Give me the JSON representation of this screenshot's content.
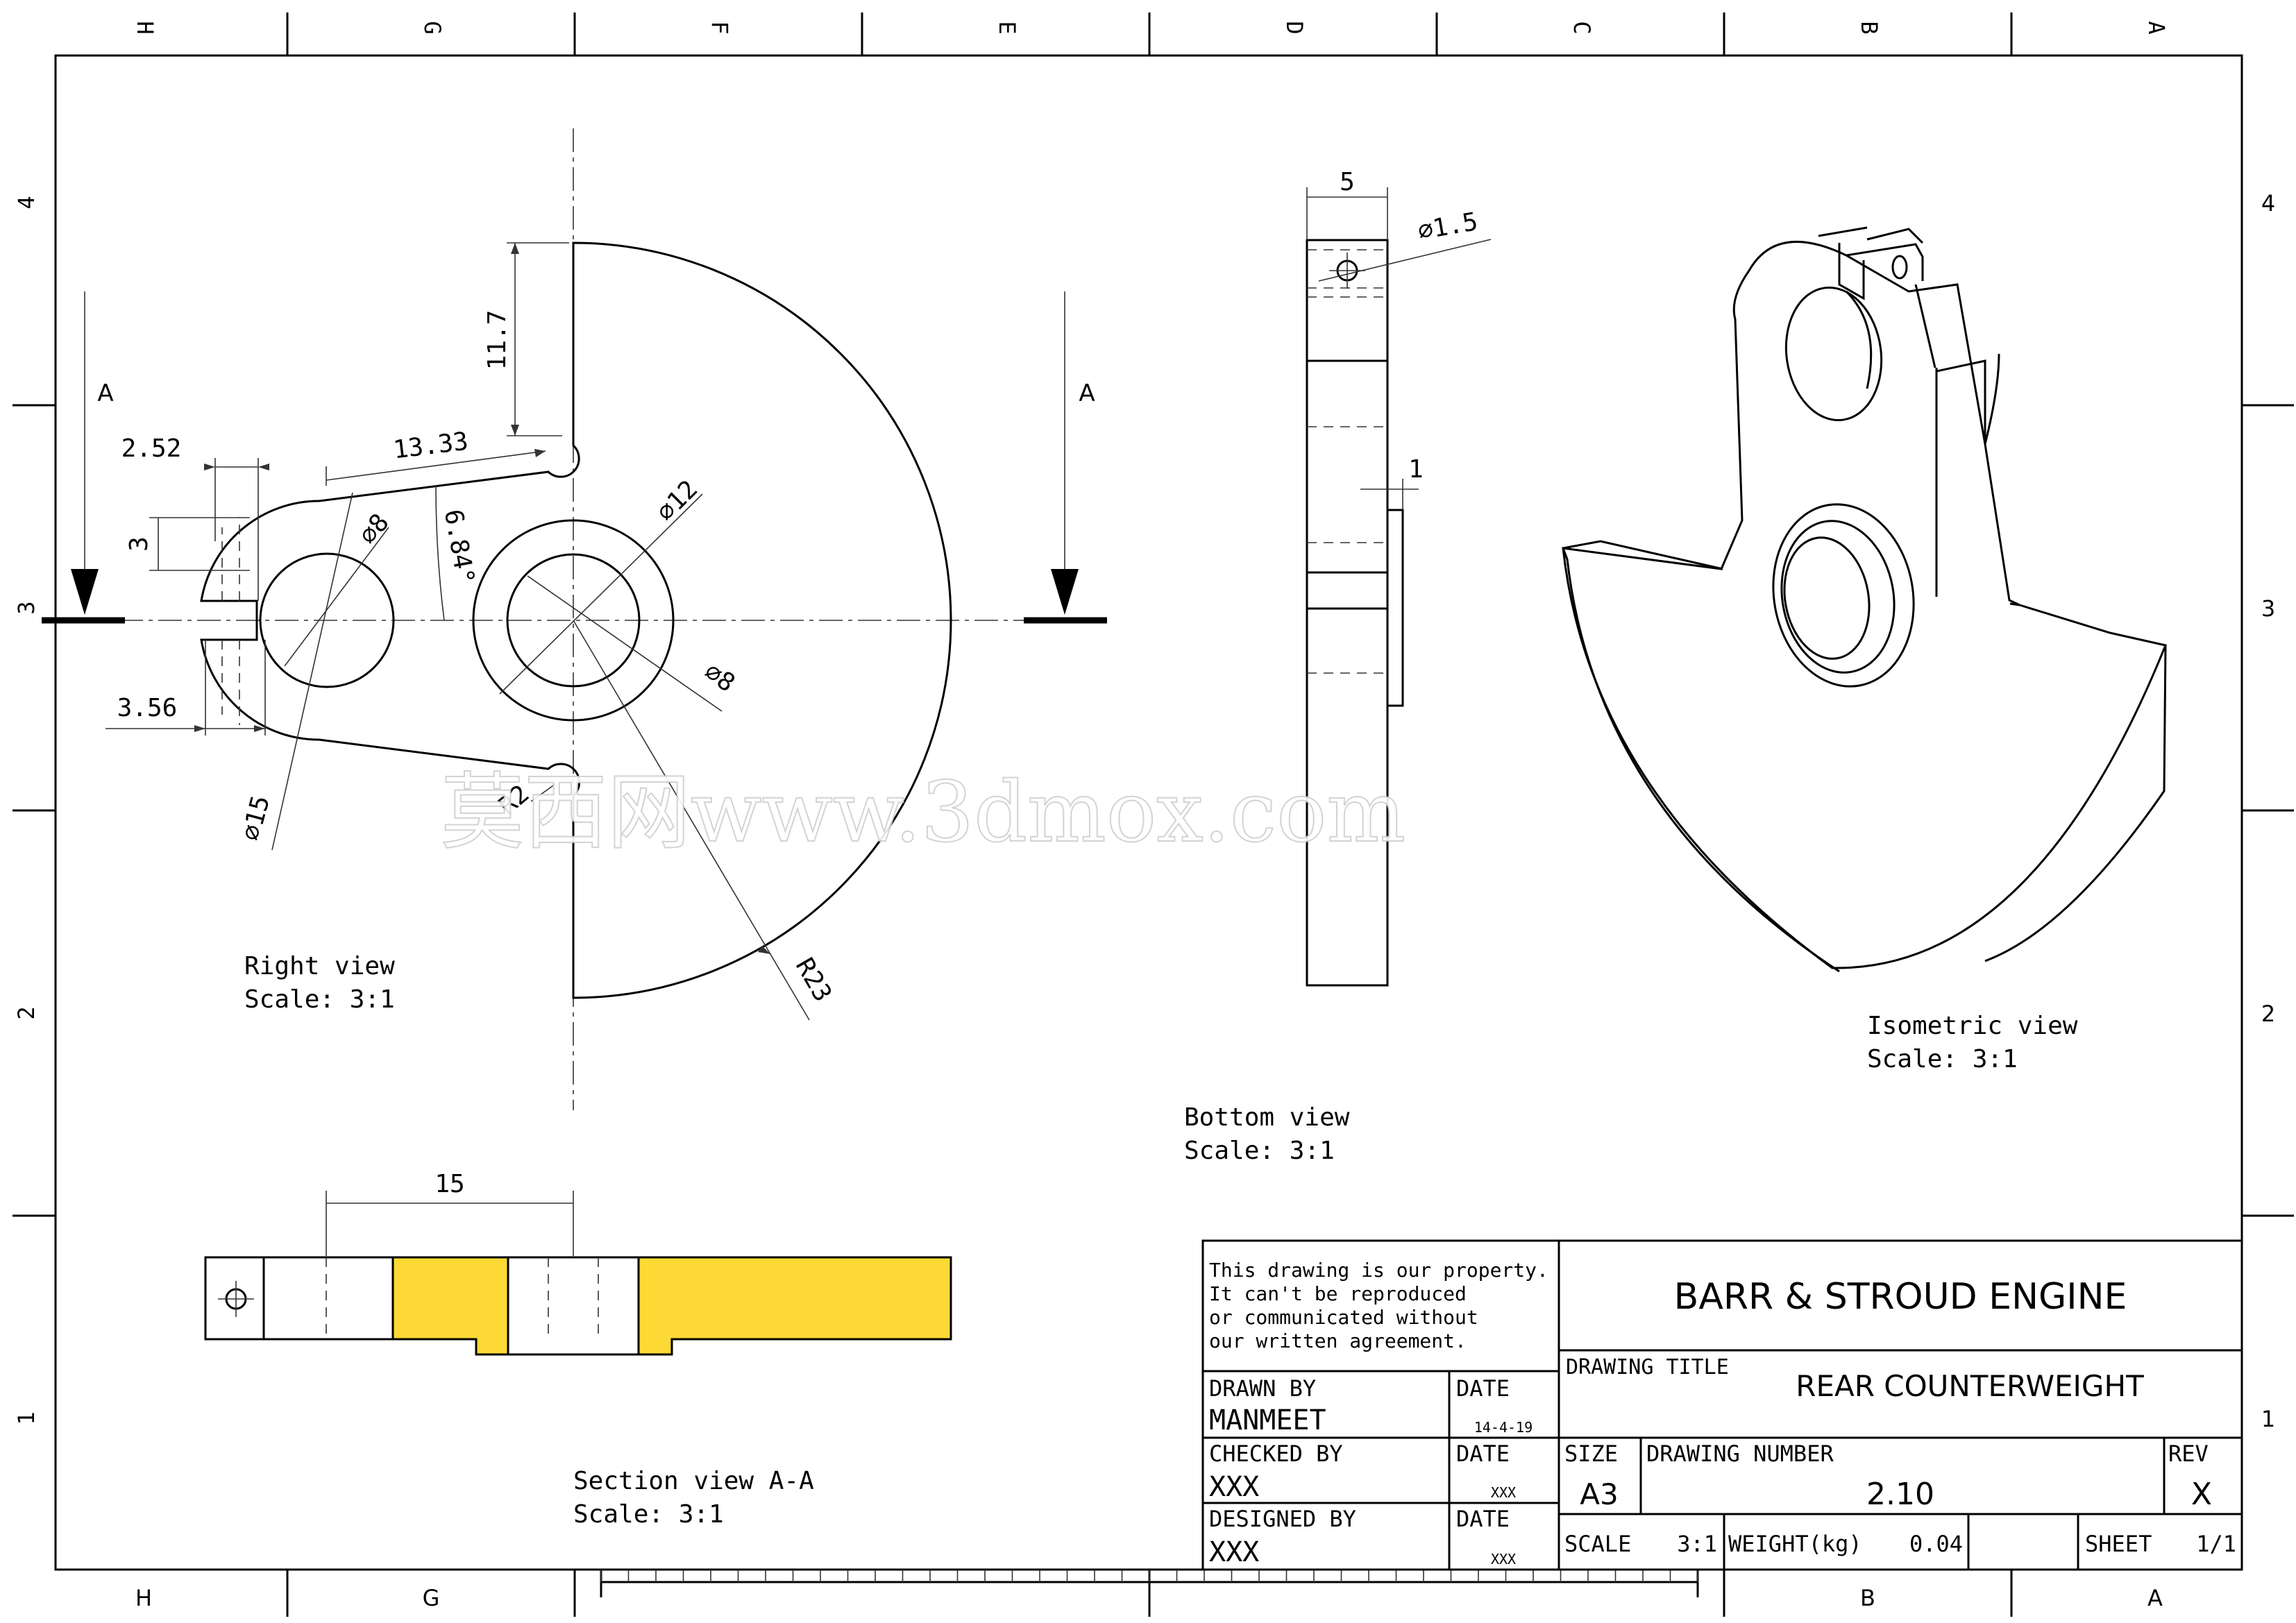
{
  "zones": {
    "columns": [
      "H",
      "G",
      "F",
      "E",
      "D",
      "C",
      "B",
      "A"
    ],
    "bottom_columns": [
      "H",
      "G",
      "B",
      "A"
    ],
    "rows": [
      "4",
      "3",
      "2",
      "1"
    ]
  },
  "section_marks": {
    "left": "A",
    "right": "A"
  },
  "right_view": {
    "dims": {
      "d1": "11.7",
      "d2": "13.33",
      "d3": "2.52",
      "d4": "3",
      "d5": "3.56",
      "d6": "6.84°",
      "d7": "⌀8",
      "d8": "⌀15",
      "d9": "R2",
      "d10": "⌀12",
      "d11": "⌀8",
      "d12": "R23"
    },
    "caption_title": "Right view",
    "caption_scale": "Scale:  3:1"
  },
  "bottom_view": {
    "dims": {
      "width": "5",
      "hole": "⌀1.5",
      "step": "1"
    },
    "caption_title": "Bottom view",
    "caption_scale": "Scale:  3:1"
  },
  "isometric_view": {
    "caption_title": "Isometric view",
    "caption_scale": "Scale:  3:1"
  },
  "section_view": {
    "dims": {
      "length": "15"
    },
    "caption_title": "Section view A-A",
    "caption_scale": "Scale:  3:1",
    "hatch_color": "#FCD934"
  },
  "watermark": "莫西网www.3dmox.com",
  "title_block": {
    "notice": [
      "This drawing is our property.",
      "It can't be reproduced",
      "or communicated without",
      "our written agreement."
    ],
    "company": "BARR & STROUD ENGINE",
    "drawing_title_label": "DRAWING TITLE",
    "drawing_title": "REAR COUNTERWEIGHT",
    "drawn_by_label": "DRAWN BY",
    "drawn_by": "MANMEET",
    "checked_by_label": "CHECKED BY",
    "checked_by": "XXX",
    "designed_by_label": "DESIGNED BY",
    "designed_by": "XXX",
    "date_label": "DATE",
    "drawn_date": "14-4-19",
    "checked_date": "XXX",
    "designed_date": "XXX",
    "size_label": "SIZE",
    "size": "A3",
    "drawing_number_label": "DRAWING NUMBER",
    "drawing_number": "2.10",
    "rev_label": "REV",
    "rev": "X",
    "scale_label": "SCALE",
    "scale": "3:1",
    "weight_label": "WEIGHT(kg)",
    "weight": "0.04",
    "sheet_label": "SHEET",
    "sheet": "1/1"
  }
}
